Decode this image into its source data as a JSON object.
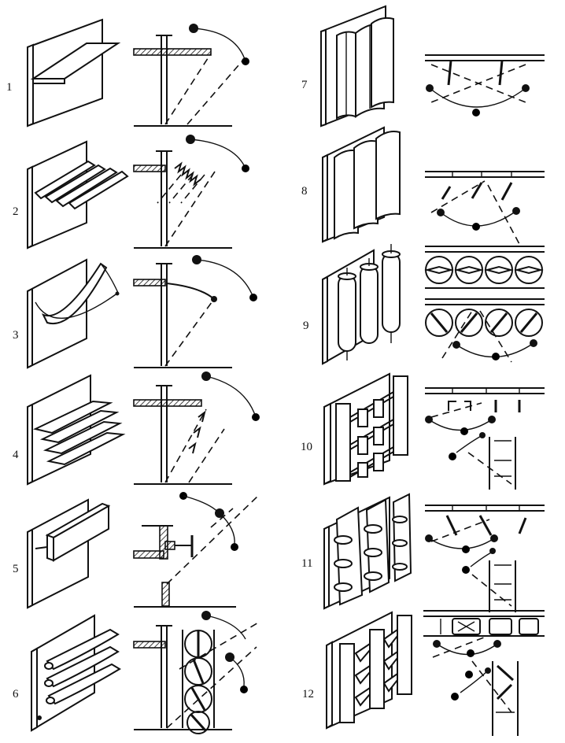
{
  "labels": {
    "d1": "1",
    "d2": "2",
    "d3": "3",
    "d4": "4",
    "d5": "5",
    "d6": "6",
    "d7": "7",
    "d8": "8",
    "d9": "9",
    "d10": "10",
    "d11": "11",
    "d12": "12"
  }
}
